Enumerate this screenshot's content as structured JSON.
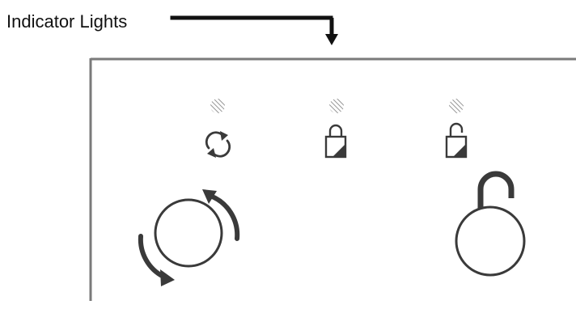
{
  "callout": {
    "label": "Indicator Lights"
  },
  "indicators": [
    {
      "icon": "sync-icon",
      "light": "hatched-light"
    },
    {
      "icon": "locked-padlock-icon",
      "light": "hatched-light"
    },
    {
      "icon": "unlocked-padlock-icon",
      "light": "hatched-light"
    }
  ],
  "buttons": [
    {
      "icon": "rotate-circle-icon"
    },
    {
      "icon": "unlock-button-icon"
    }
  ],
  "colors": {
    "text": "#111111",
    "panel_border": "#7a7a7a",
    "icon": "#3a3a3a",
    "hatch": "#8a8a8a",
    "arrow": "#111111"
  }
}
